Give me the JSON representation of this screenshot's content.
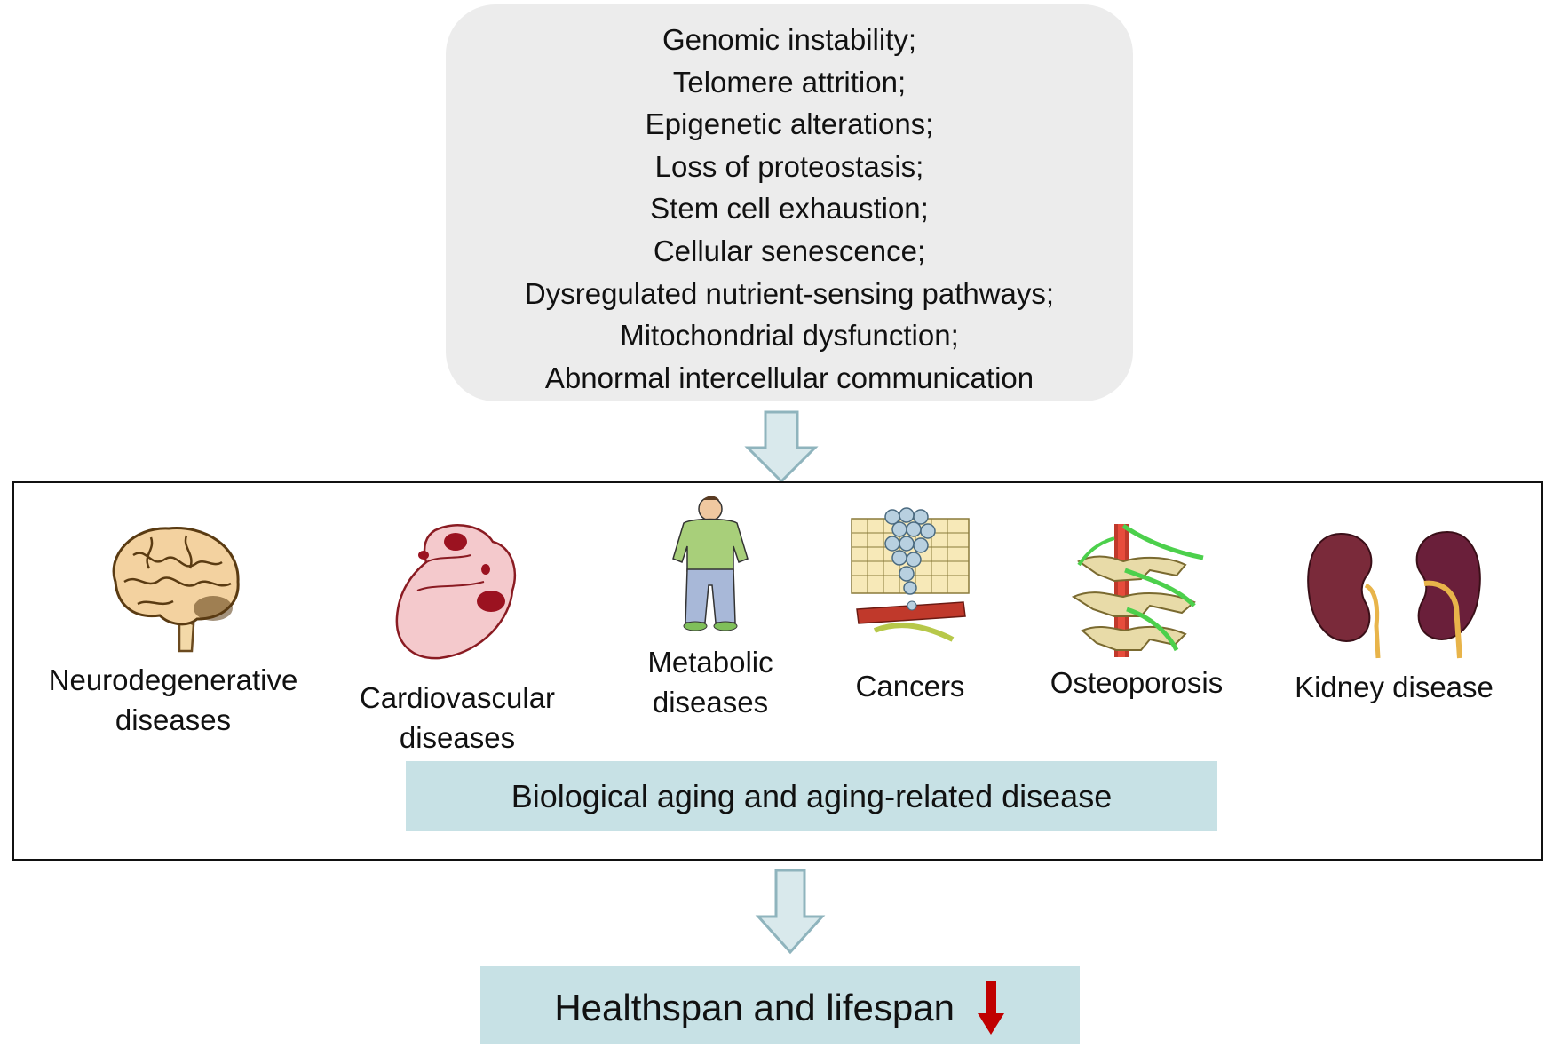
{
  "hallmarks": [
    "Genomic instability;",
    "Telomere attrition;",
    "Epigenetic alterations;",
    "Loss of proteostasis;",
    "Stem cell exhaustion;",
    "Cellular senescence;",
    "Dysregulated nutrient-sensing pathways;",
    "Mitochondrial dysfunction;",
    "Abnormal intercellular communication"
  ],
  "diseases": [
    {
      "line1": "Neurodegenerative",
      "line2": "diseases",
      "icon": "brain-icon"
    },
    {
      "line1": "Cardiovascular",
      "line2": "diseases",
      "icon": "heart-icon"
    },
    {
      "line1": "Metabolic",
      "line2": "diseases",
      "icon": "obese-person-icon"
    },
    {
      "line1": "Cancers",
      "line2": "",
      "icon": "tumor-cells-icon"
    },
    {
      "line1": "Osteoporosis",
      "line2": "",
      "icon": "spine-icon"
    },
    {
      "line1": "Kidney disease",
      "line2": "",
      "icon": "kidney-icon"
    }
  ],
  "banner_label": "Biological aging and aging-related disease",
  "outcome_label": "Healthspan and lifespan",
  "colors": {
    "hallmark_box": "#ececec",
    "banner": "#c7e1e5",
    "flow_arrow_fill": "#d9e9ec",
    "flow_arrow_stroke": "#8fb4bd",
    "decrease_arrow": "#c00000"
  }
}
